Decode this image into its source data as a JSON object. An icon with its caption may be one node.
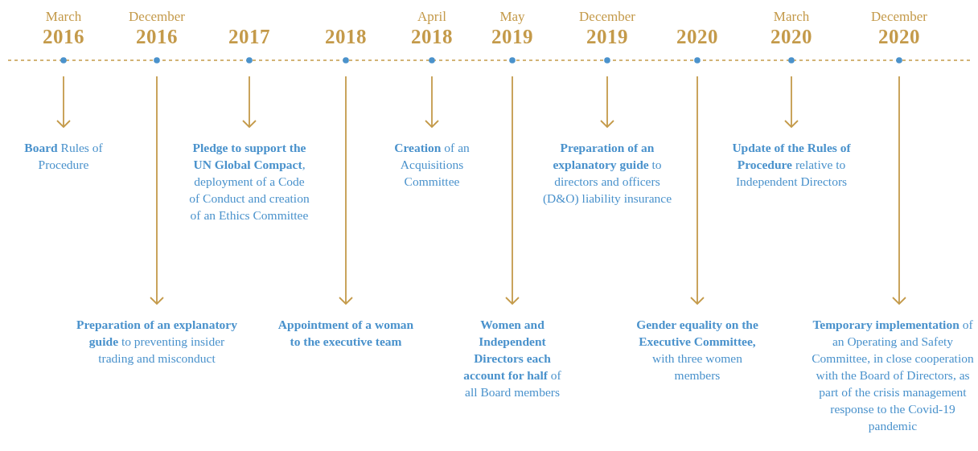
{
  "diagram": {
    "nodes": [
      {
        "text": [
          "March",
          "2016"
        ]
      },
      {
        "text": [
          "December",
          "2016"
        ]
      },
      {
        "text": [
          "2017"
        ]
      },
      {
        "text": [
          "2018"
        ]
      },
      {
        "text": [
          "April",
          "2018"
        ]
      },
      {
        "text": [
          "May",
          "2019"
        ]
      },
      {
        "text": [
          "December",
          "2019"
        ]
      },
      {
        "text": [
          "2020"
        ]
      },
      {
        "text": [
          "March",
          "2020"
        ]
      },
      {
        "text": [
          "December",
          "2020"
        ]
      },
      {
        "text": [
          "**Board** Rules of Procedure"
        ]
      },
      {
        "text": [
          "**Preparation of an explanatory guide** to preventing insider trading and misconduct"
        ]
      },
      {
        "text": [
          "**Pledge to support the UN Global Compact**, deployment of a Code of Conduct and creation of an Ethics Committee"
        ]
      },
      {
        "text": [
          "**Appointment of a woman to the executive team**"
        ]
      },
      {
        "text": [
          "**Creation** of an Acquisitions Committee"
        ]
      },
      {
        "text": [
          "**Women and Independent Directors each account for half** of all Board members"
        ]
      },
      {
        "text": [
          "**Preparation of an explanatory guide** to directors and officers (D&O) liability insurance"
        ]
      },
      {
        "text": [
          "**Gender equality on the Executive Committee,** with three women members"
        ]
      },
      {
        "text": [
          "**Update of the Rules of Procedure** relative to Independent Directors"
        ]
      },
      {
        "text": [
          "**Temporary implementation** of an Operating and Safety Committee, in close cooperation with the Board of Directors, as part of the crisis management response to the Covid-19 pandemic"
        ]
      }
    ],
    "edges": [
      {
        "from": 0,
        "to": 10,
        "arrow": "to"
      },
      {
        "from": 1,
        "to": 11,
        "arrow": "to"
      },
      {
        "from": 2,
        "to": 12,
        "arrow": "to"
      },
      {
        "from": 3,
        "to": 13,
        "arrow": "to"
      },
      {
        "from": 4,
        "to": 14,
        "arrow": "to"
      },
      {
        "from": 5,
        "to": 15,
        "arrow": "to"
      },
      {
        "from": 6,
        "to": 16,
        "arrow": "to"
      },
      {
        "from": 7,
        "to": 17,
        "arrow": "to"
      },
      {
        "from": 8,
        "to": 18,
        "arrow": "to"
      },
      {
        "from": 9,
        "to": 19,
        "arrow": "to"
      }
    ]
  }
}
